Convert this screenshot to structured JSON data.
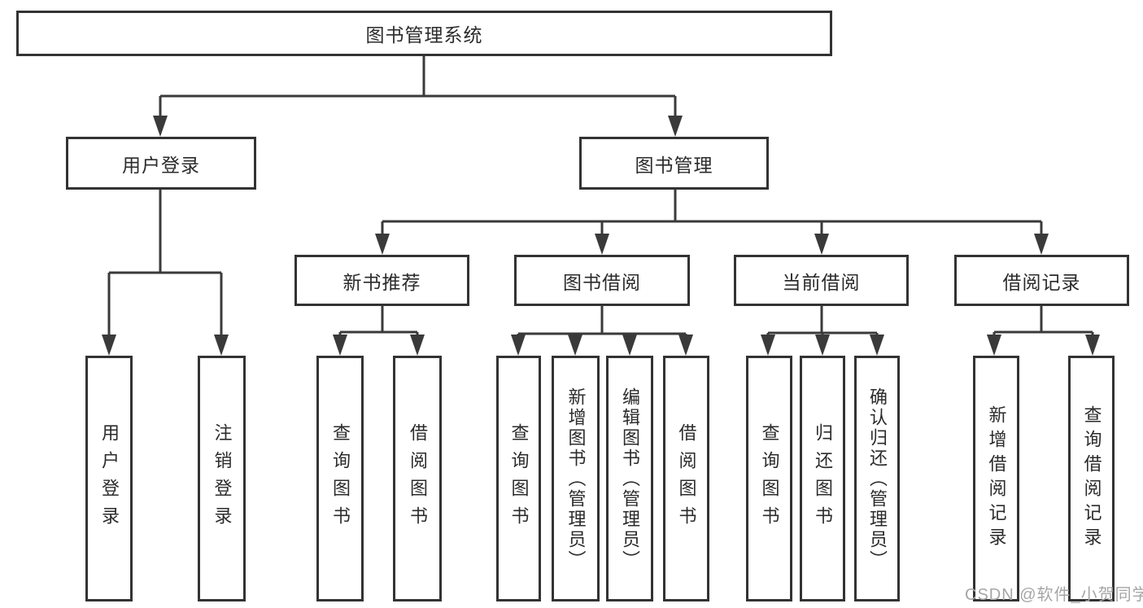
{
  "tree": {
    "root": {
      "label": "图书管理系统"
    },
    "branches": [
      {
        "label": "用户登录",
        "children": [
          {
            "label": "用户登录"
          },
          {
            "label": "注销登录"
          }
        ]
      },
      {
        "label": "图书管理",
        "children": [
          {
            "label": "新书推荐",
            "children": [
              {
                "label": "查询图书"
              },
              {
                "label": "借阅图书"
              }
            ]
          },
          {
            "label": "图书借阅",
            "children": [
              {
                "label": "查询图书"
              },
              {
                "label": "新增图书（管理员）"
              },
              {
                "label": "编辑图书（管理员）"
              },
              {
                "label": "借阅图书"
              }
            ]
          },
          {
            "label": "当前借阅",
            "children": [
              {
                "label": "查询图书"
              },
              {
                "label": "归还图书"
              },
              {
                "label": "确认归还（管理员）"
              }
            ]
          },
          {
            "label": "借阅记录",
            "children": [
              {
                "label": "新增借阅记录"
              },
              {
                "label": "查询借阅记录"
              }
            ]
          }
        ]
      }
    ]
  },
  "colors": {
    "line": "#3a3a3a",
    "border": "#333333",
    "text": "#2b2b2b",
    "watermark": "#a6a6a6"
  },
  "watermark": {
    "text": "CSDN @软件_小贺同学"
  }
}
